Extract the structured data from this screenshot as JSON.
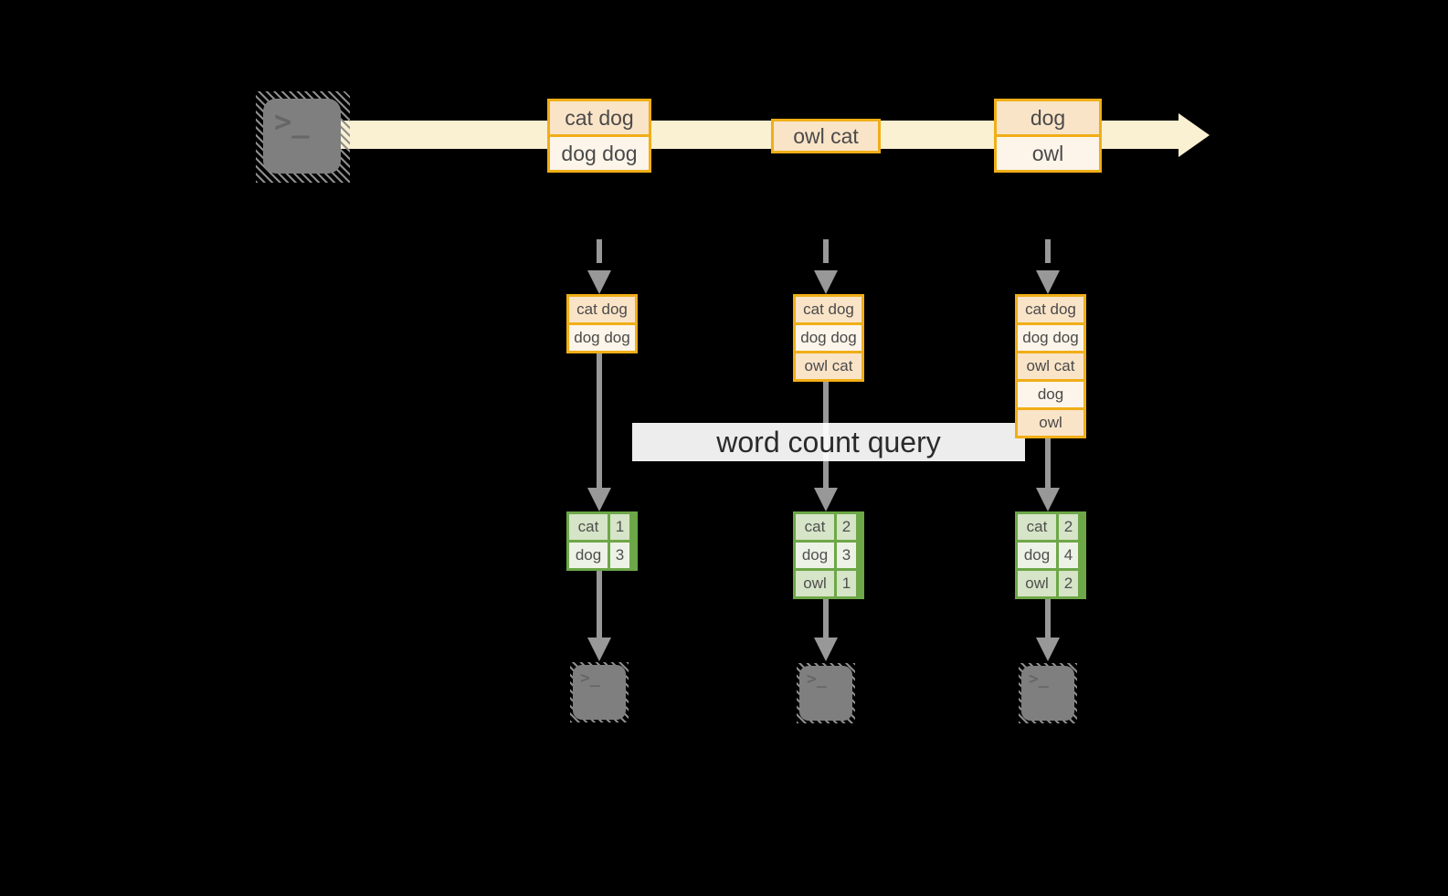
{
  "banner": {
    "label": "word count query"
  },
  "icons": {
    "glyph": ">_",
    "source": "terminal-icon",
    "sinks": [
      "terminal-icon",
      "terminal-icon",
      "terminal-icon"
    ]
  },
  "colors": {
    "background": "#000000",
    "stream_fill": "#FAF1D2",
    "message_border": "#F0AE17",
    "message_fill_dark": "#FAE4C8",
    "message_fill_light": "#FDF5E9",
    "arrow_gray": "#989898",
    "table_border": "#6DA747",
    "table_fill_dark": "#D6E4C7",
    "table_fill_light": "#EDF2E6",
    "banner_bg": "#FFFFFF",
    "banner_text": "#2B2B2B",
    "terminal_fill": "#7F7F7F"
  },
  "stream": {
    "messages": [
      {
        "lines": [
          "cat dog",
          "dog dog"
        ]
      },
      {
        "lines": [
          "owl cat"
        ]
      },
      {
        "lines": [
          "dog",
          "owl"
        ]
      }
    ]
  },
  "columns": [
    {
      "state": [
        "cat dog",
        "dog dog"
      ],
      "counts": [
        {
          "word": "cat",
          "count": "1"
        },
        {
          "word": "dog",
          "count": "3"
        }
      ]
    },
    {
      "state": [
        "cat dog",
        "dog dog",
        "owl cat"
      ],
      "counts": [
        {
          "word": "cat",
          "count": "2"
        },
        {
          "word": "dog",
          "count": "3"
        },
        {
          "word": "owl",
          "count": "1"
        }
      ]
    },
    {
      "state": [
        "cat dog",
        "dog dog",
        "owl cat",
        "dog",
        "owl"
      ],
      "counts": [
        {
          "word": "cat",
          "count": "2"
        },
        {
          "word": "dog",
          "count": "4"
        },
        {
          "word": "owl",
          "count": "2"
        }
      ]
    }
  ]
}
